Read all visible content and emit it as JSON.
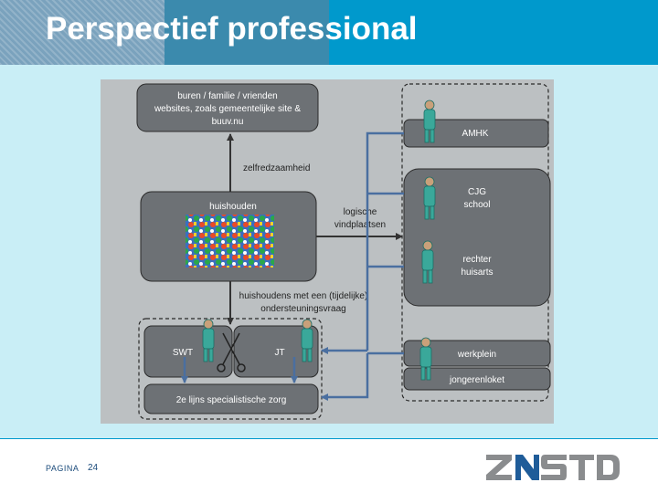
{
  "slide": {
    "title": "Perspectief professional",
    "page_label": "PAGINA",
    "page_number": "24"
  },
  "logo": {
    "text": "ZNSTD",
    "colors": {
      "grey": "#8a8c8e",
      "blue": "#1f5c99"
    }
  },
  "colors": {
    "header_dark": "#3b8aad",
    "header_light": "#0099cc",
    "background": "#c9eef6",
    "box_fill": "#6d7175",
    "arrow": "#4a6fa0"
  },
  "diagram": {
    "box_top_lines": [
      "buren / familie / vrienden",
      "websites, zoals gemeentelijke site &",
      "buuv.nu"
    ],
    "label_zelfredzaamheid": "zelfredzaamheid",
    "box_huishouden": "huishouden",
    "label_logische": [
      "logische",
      "vindplaatsen"
    ],
    "label_ondersteuning": [
      "huishoudens met een (tijdelijke)",
      "ondersteuningsvraag"
    ],
    "box_swt": "SWT",
    "box_jt": "JT",
    "box_2e_lijns": "2e lijns specialistische zorg",
    "box_amhk": "AMHK",
    "cjg_lines": [
      "CJG",
      "school"
    ],
    "rechter_lines": [
      "rechter",
      "huisarts"
    ],
    "box_werkplein": "werkplein",
    "box_jongerenloket": "jongerenloket"
  }
}
